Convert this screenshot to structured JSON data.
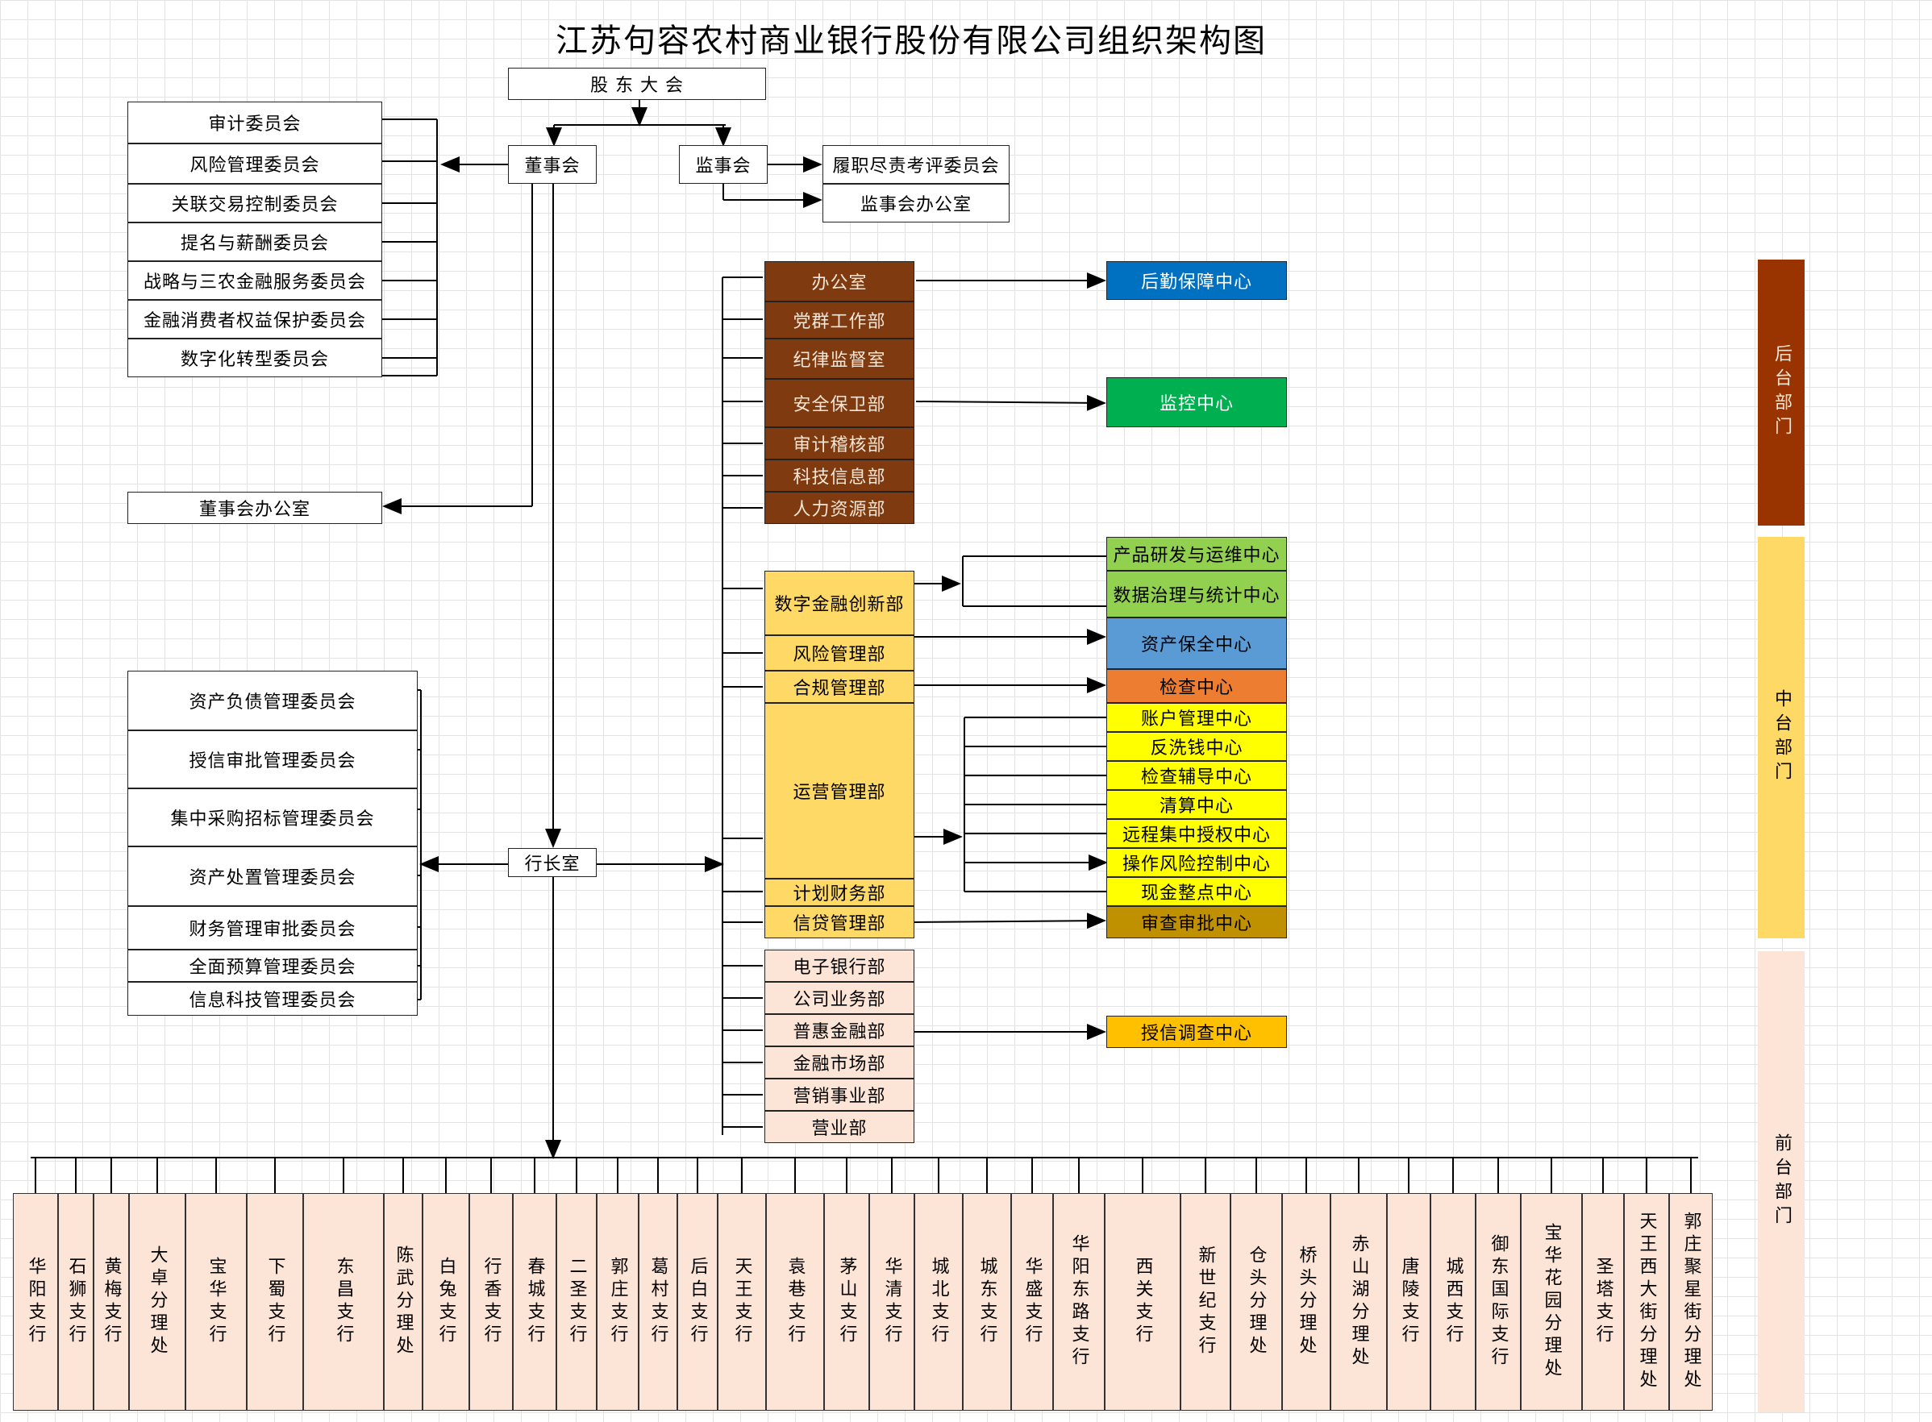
{
  "title": "江苏句容农村商业银行股份有限公司组织架构图",
  "colors": {
    "backoffice": "#7f3a0f",
    "backoffice_band": "#993300",
    "mid_band": "#ffd966",
    "front_band": "#fce4d6",
    "dept_mid": "#ffd966",
    "dept_front": "#fce4d6",
    "center_blue": "#0070c0",
    "center_green": "#00b050",
    "center_lightgreen": "#92d050",
    "center_steel": "#5b9bd5",
    "center_orange": "#ed7d31",
    "center_yellow": "#ffff00",
    "center_gold": "#bf9000",
    "center_amber": "#ffc000"
  },
  "top": {
    "shareholders": "股 东 大 会",
    "board": "董事会",
    "supervisors": "监事会",
    "president": "行长室",
    "board_office": "董事会办公室"
  },
  "board_committees": [
    "审计委员会",
    "风险管理委员会",
    "关联交易控制委员会",
    "提名与薪酬委员会",
    "战略与三农金融服务委员会",
    "金融消费者权益保护委员会",
    "数字化转型委员会"
  ],
  "supervisor_units": [
    "履职尽责考评委员会",
    "监事会办公室"
  ],
  "president_committees": [
    "资产负债管理委员会",
    "授信审批管理委员会",
    "集中采购招标管理委员会",
    "资产处置管理委员会",
    "财务管理审批委员会",
    "全面预算管理委员会",
    "信息科技管理委员会"
  ],
  "back_depts": [
    "办公室",
    "党群工作部",
    "纪律监督室",
    "安全保卫部",
    "审计稽核部",
    "科技信息部",
    "人力资源部"
  ],
  "mid_depts": [
    "数字金融创新部",
    "风险管理部",
    "合规管理部",
    "运营管理部",
    "计划财务部",
    "信贷管理部"
  ],
  "front_depts": [
    "电子银行部",
    "公司业务部",
    "普惠金融部",
    "金融市场部",
    "营销事业部",
    "营业部"
  ],
  "centers": {
    "logistics": "后勤保障中心",
    "monitor": "监控中心",
    "product": "产品研发与运维中心",
    "data": "数据治理与统计中心",
    "asset": "资产保全中心",
    "inspect": "检查中心",
    "ops": [
      "账户管理中心",
      "反洗钱中心",
      "检查辅导中心",
      "清算中心",
      "远程集中授权中心",
      "操作风险控制中心",
      "现金整点中心"
    ],
    "review": "审查审批中心",
    "credit": "授信调查中心"
  },
  "bands": {
    "back": "后台部门",
    "mid": "中台部门",
    "front": "前台部门"
  },
  "branches": [
    "华阳支行",
    "石狮支行",
    "黄梅支行",
    "大卓分理处",
    "宝华支行",
    "下蜀支行",
    "东昌支行",
    "陈武分理处",
    "白兔支行",
    "行香支行",
    "春城支行",
    "二圣支行",
    "郭庄支行",
    "葛村支行",
    "后白支行",
    "天王支行",
    "袁巷支行",
    "茅山支行",
    "华清支行",
    "城北支行",
    "城东支行",
    "华盛支行",
    "华阳东路支行",
    "西关支行",
    "新世纪支行",
    "仓头分理处",
    "桥头分理处",
    "赤山湖分理处",
    "唐陵支行",
    "城西支行",
    "御东国际支行",
    "宝华花园分理处",
    "圣塔支行",
    "天王西大街分理处",
    "郭庄聚星街分理处"
  ]
}
